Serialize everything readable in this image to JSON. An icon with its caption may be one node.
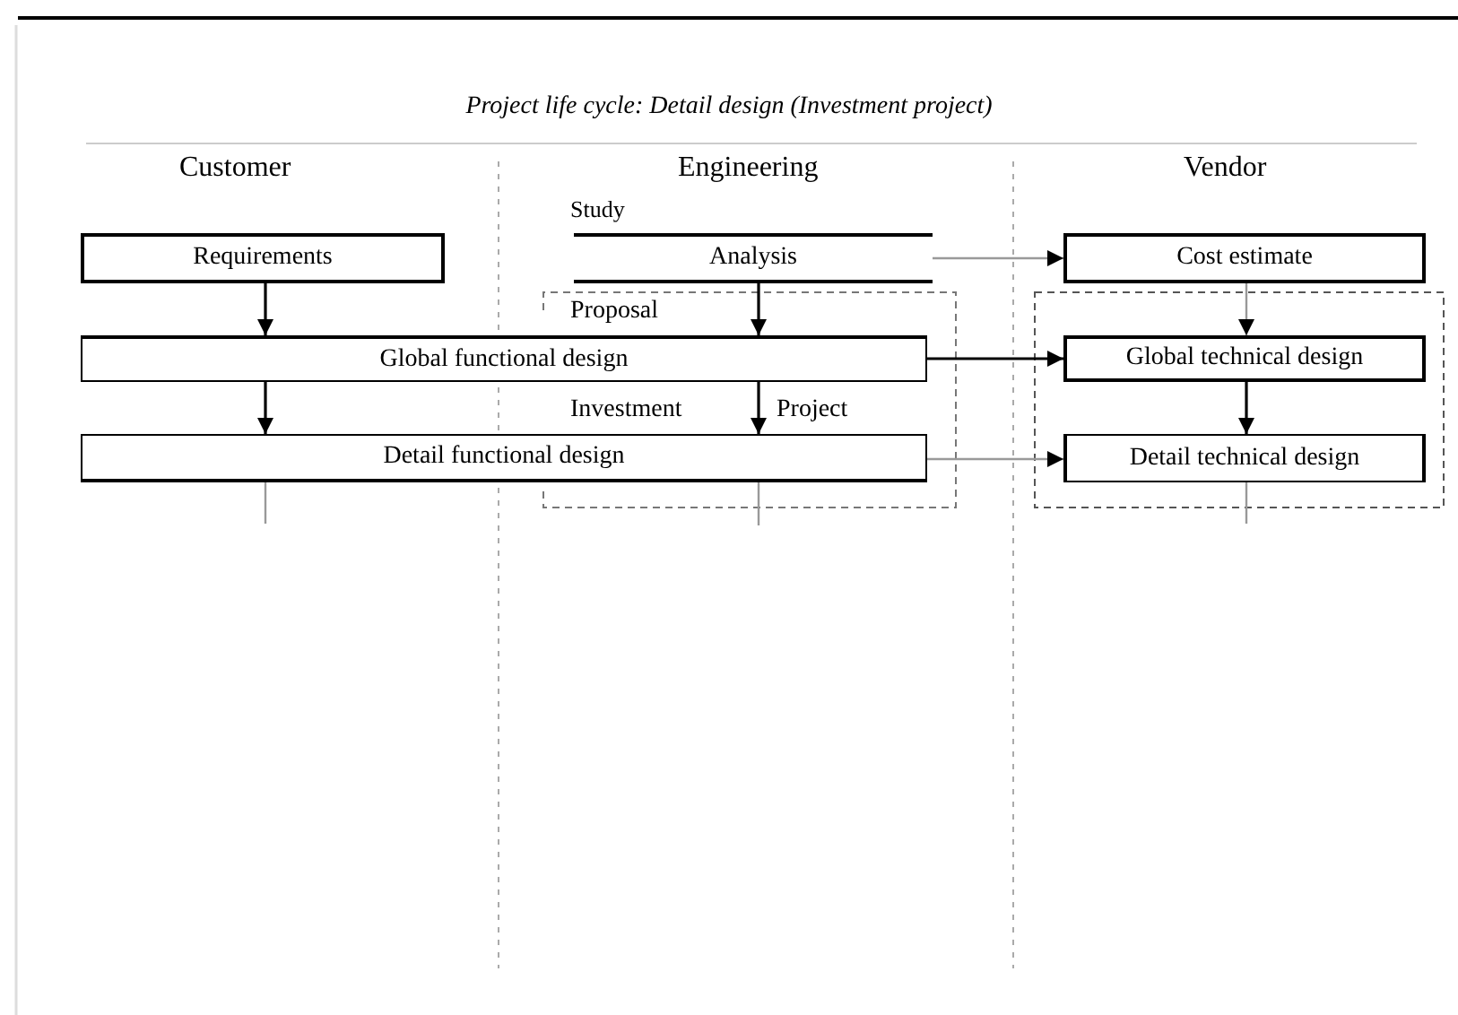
{
  "diagram": {
    "title": "Project life cycle: Detail design (Investment project)",
    "nodes": [
      {
        "text": [
          "Requirements"
        ]
      },
      {
        "text": [
          "Analysis"
        ],
        "beside": [
          "Study"
        ]
      },
      {
        "text": [
          "Cost estimate"
        ]
      },
      {
        "text": [
          "Global functional design"
        ]
      },
      {
        "text": [
          "Global technical design"
        ]
      },
      {
        "text": [
          "Detail functional design"
        ]
      },
      {
        "text": [
          "Detail technical design"
        ]
      }
    ],
    "edges": [
      {
        "from": 0,
        "to": 3,
        "arrow": "to"
      },
      {
        "from": 1,
        "to": 2,
        "arrow": "to",
        "color": "#999999"
      },
      {
        "from": 1,
        "to": 3,
        "arrow": "to"
      },
      {
        "from": 2,
        "to": 4,
        "arrow": "to",
        "color": "#999999"
      },
      {
        "from": 3,
        "to": 4,
        "arrow": "to"
      },
      {
        "from": 3,
        "to": 5,
        "arrow": "to"
      },
      {
        "from": 3,
        "to": 5,
        "arrow": "to"
      },
      {
        "from": 4,
        "to": 6,
        "arrow": "to"
      },
      {
        "from": 5,
        "to": 6,
        "arrow": "to",
        "color": "#999999"
      },
      {
        "from": 5,
        "to": null,
        "arrow": "none",
        "color": "#999999"
      },
      {
        "from": 5,
        "to": null,
        "arrow": "none",
        "color": "#999999"
      },
      {
        "from": 6,
        "to": null,
        "arrow": "none",
        "color": "#999999"
      }
    ],
    "labels": [
      "Customer",
      "Engineering",
      "Vendor",
      "Proposal",
      "Investment",
      "Project"
    ]
  }
}
